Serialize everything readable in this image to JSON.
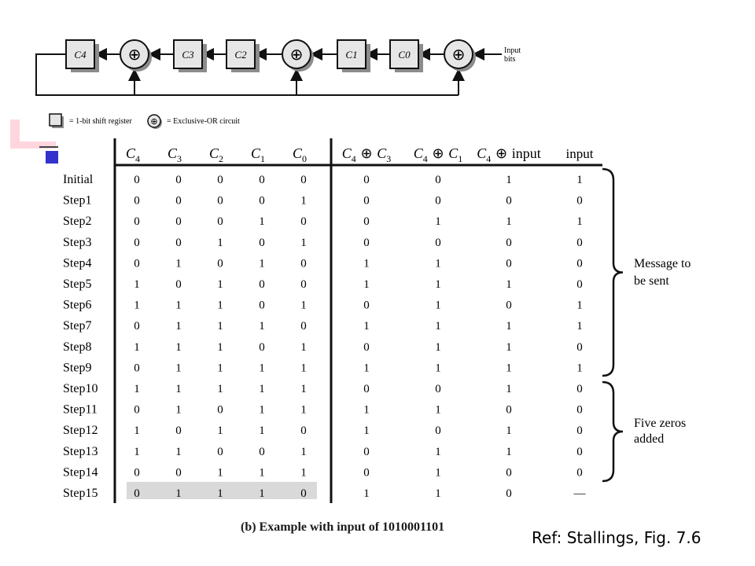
{
  "circuit": {
    "registers": [
      "C4",
      "C3",
      "C2",
      "C1",
      "C0"
    ],
    "input_label_line1": "Input",
    "input_label_line2": "bits",
    "xor_symbol": "⊕"
  },
  "legend": {
    "register_text": "= 1-bit shift register",
    "xor_text": "= Exclusive-OR circuit"
  },
  "table": {
    "register_headers": [
      {
        "base": "C",
        "sub": "4"
      },
      {
        "base": "C",
        "sub": "3"
      },
      {
        "base": "C",
        "sub": "2"
      },
      {
        "base": "C",
        "sub": "1"
      },
      {
        "base": "C",
        "sub": "0"
      }
    ],
    "xor_headers": [
      {
        "a": "C",
        "asub": "4",
        "b": "C",
        "bsub": "3"
      },
      {
        "a": "C",
        "asub": "4",
        "b": "C",
        "bsub": "1"
      },
      {
        "a": "C",
        "asub": "4",
        "b": "input",
        "bsub": ""
      }
    ],
    "input_header": "input",
    "rows": [
      {
        "label": "Initial",
        "c": [
          "0",
          "0",
          "0",
          "0",
          "0"
        ],
        "x43": "0",
        "x41": "0",
        "x4in": "1",
        "input": "1"
      },
      {
        "label": "Step1",
        "c": [
          "0",
          "0",
          "0",
          "0",
          "1"
        ],
        "x43": "0",
        "x41": "0",
        "x4in": "0",
        "input": "0"
      },
      {
        "label": "Step2",
        "c": [
          "0",
          "0",
          "0",
          "1",
          "0"
        ],
        "x43": "0",
        "x41": "1",
        "x4in": "1",
        "input": "1"
      },
      {
        "label": "Step3",
        "c": [
          "0",
          "0",
          "1",
          "0",
          "1"
        ],
        "x43": "0",
        "x41": "0",
        "x4in": "0",
        "input": "0"
      },
      {
        "label": "Step4",
        "c": [
          "0",
          "1",
          "0",
          "1",
          "0"
        ],
        "x43": "1",
        "x41": "1",
        "x4in": "0",
        "input": "0"
      },
      {
        "label": "Step5",
        "c": [
          "1",
          "0",
          "1",
          "0",
          "0"
        ],
        "x43": "1",
        "x41": "1",
        "x4in": "1",
        "input": "0"
      },
      {
        "label": "Step6",
        "c": [
          "1",
          "1",
          "1",
          "0",
          "1"
        ],
        "x43": "0",
        "x41": "1",
        "x4in": "0",
        "input": "1"
      },
      {
        "label": "Step7",
        "c": [
          "0",
          "1",
          "1",
          "1",
          "0"
        ],
        "x43": "1",
        "x41": "1",
        "x4in": "1",
        "input": "1"
      },
      {
        "label": "Step8",
        "c": [
          "1",
          "1",
          "1",
          "0",
          "1"
        ],
        "x43": "0",
        "x41": "1",
        "x4in": "1",
        "input": "0"
      },
      {
        "label": "Step9",
        "c": [
          "0",
          "1",
          "1",
          "1",
          "1"
        ],
        "x43": "1",
        "x41": "1",
        "x4in": "1",
        "input": "1"
      },
      {
        "label": "Step10",
        "c": [
          "1",
          "1",
          "1",
          "1",
          "1"
        ],
        "x43": "0",
        "x41": "0",
        "x4in": "1",
        "input": "0"
      },
      {
        "label": "Step11",
        "c": [
          "0",
          "1",
          "0",
          "1",
          "1"
        ],
        "x43": "1",
        "x41": "1",
        "x4in": "0",
        "input": "0"
      },
      {
        "label": "Step12",
        "c": [
          "1",
          "0",
          "1",
          "1",
          "0"
        ],
        "x43": "1",
        "x41": "0",
        "x4in": "1",
        "input": "0"
      },
      {
        "label": "Step13",
        "c": [
          "1",
          "1",
          "0",
          "0",
          "1"
        ],
        "x43": "0",
        "x41": "1",
        "x4in": "1",
        "input": "0"
      },
      {
        "label": "Step14",
        "c": [
          "0",
          "0",
          "1",
          "1",
          "1"
        ],
        "x43": "0",
        "x41": "1",
        "x4in": "0",
        "input": "0"
      },
      {
        "label": "Step15",
        "c": [
          "0",
          "1",
          "1",
          "1",
          "0"
        ],
        "x43": "1",
        "x41": "1",
        "x4in": "0",
        "input": "—"
      }
    ],
    "brace_labels": [
      {
        "line1": "Message to",
        "line2": "be sent"
      },
      {
        "line1": "Five zeros",
        "line2": "added"
      }
    ],
    "highlight_row": "Step15"
  },
  "caption": "(b) Example with input of 1010001101",
  "reference": "Ref: Stallings, Fig. 7.6",
  "colors": {
    "highlight": "#d9d9d9",
    "deco_red": "#f24d6a",
    "deco_blue": "#3333cc",
    "line": "#111111"
  }
}
